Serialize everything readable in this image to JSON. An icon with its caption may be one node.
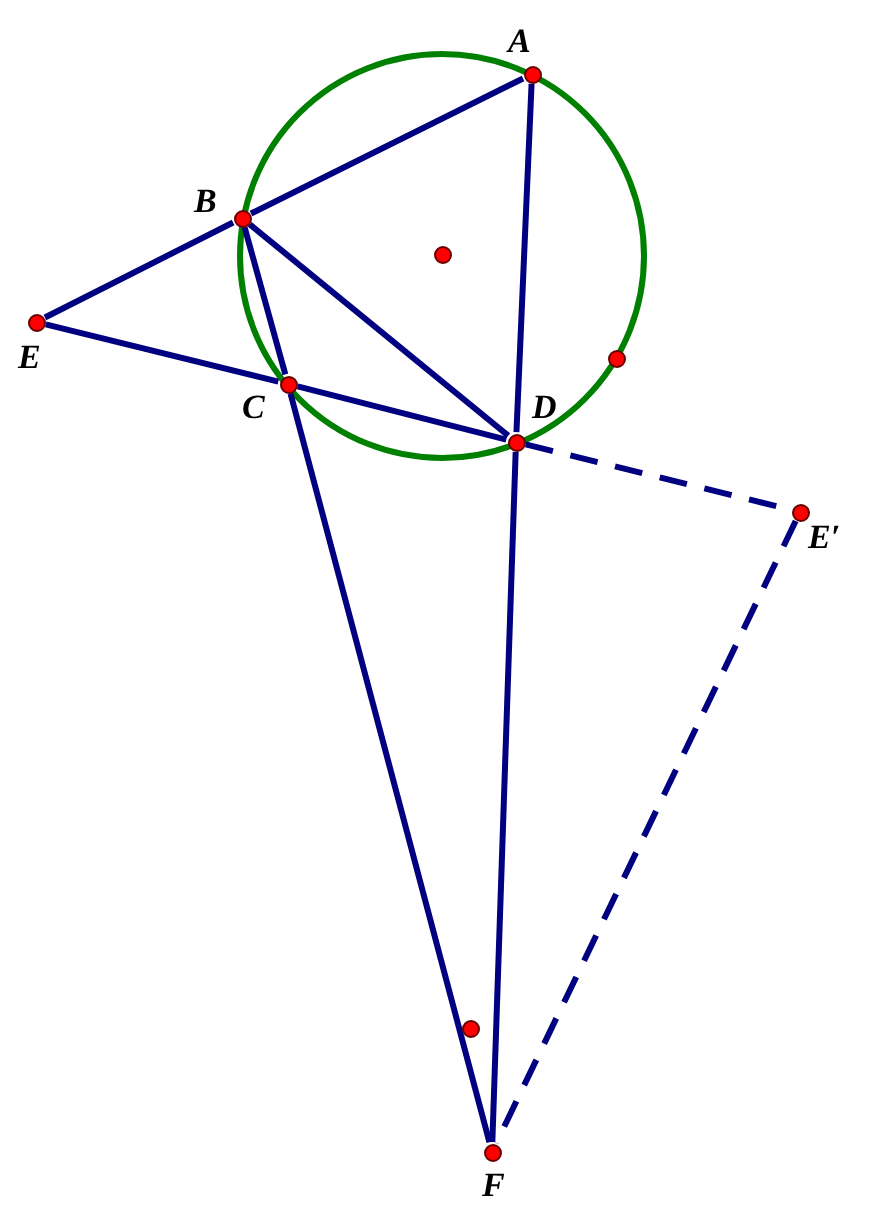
{
  "diagram": {
    "nodes": [
      {
        "text": [
          "A"
        ]
      },
      {
        "text": [
          "B"
        ]
      },
      {
        "text": [],
        "shape": "circle"
      },
      {
        "text": [
          "E"
        ]
      },
      {
        "text": [],
        "shape": "circle"
      },
      {
        "text": [
          "C"
        ]
      },
      {
        "text": [
          "D"
        ]
      },
      {
        "text": [
          "E′"
        ]
      },
      {
        "text": [],
        "shape": "circle"
      },
      {
        "text": [
          "F"
        ]
      }
    ],
    "edges": [
      {
        "from": 0,
        "to": 1,
        "arrow": "none"
      },
      {
        "from": 1,
        "to": 3,
        "arrow": "none"
      },
      {
        "from": 3,
        "to": 5,
        "arrow": "none"
      },
      {
        "from": 5,
        "to": 6,
        "arrow": "none"
      },
      {
        "from": 1,
        "to": 6,
        "arrow": "none"
      },
      {
        "from": 0,
        "to": 6,
        "arrow": "none"
      },
      {
        "from": 6,
        "to": 9,
        "arrow": "none"
      },
      {
        "from": 1,
        "to": 5,
        "arrow": "none"
      },
      {
        "from": 5,
        "to": 9,
        "arrow": "none"
      },
      {
        "from": 6,
        "to": 7,
        "arrow": "none",
        "style": "dashed"
      },
      {
        "from": 7,
        "to": 9,
        "arrow": "none",
        "style": "dashed"
      }
    ]
  }
}
